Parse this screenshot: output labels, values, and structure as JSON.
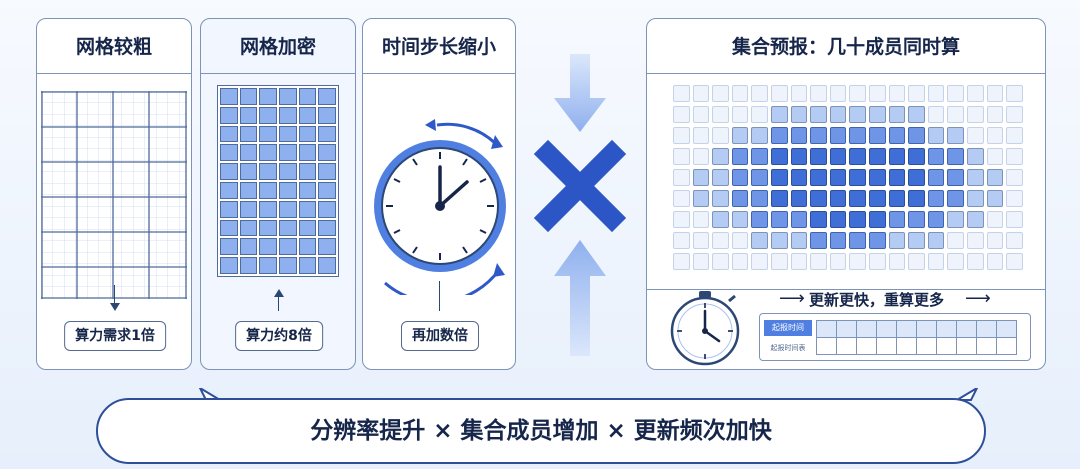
{
  "panels": {
    "coarse": {
      "title": "网格较粗",
      "chip": "算力需求1倍"
    },
    "dense": {
      "title": "网格加密",
      "chip": "算力约8倍"
    },
    "timestep": {
      "title": "时间步长缩小",
      "chip": "再加数倍"
    },
    "ensemble": {
      "title": "集合预报：几十成员同时算",
      "arrow_caption": "更新更快，重算更多",
      "table_rows": [
        "起报时间",
        "起报时间表"
      ]
    }
  },
  "bottom_caption": "分辨率提升 × 集合成员增加 × 更新频次加快",
  "colors": {
    "accent": "#2f59c8",
    "cell_light": "#a9c2f2",
    "cell_dark": "#4f7fe0",
    "border": "#7d93b8"
  },
  "icons": [
    "clock-icon",
    "stopwatch-icon",
    "multiply-icon",
    "arrow-down-icon",
    "arrow-up-icon"
  ]
}
